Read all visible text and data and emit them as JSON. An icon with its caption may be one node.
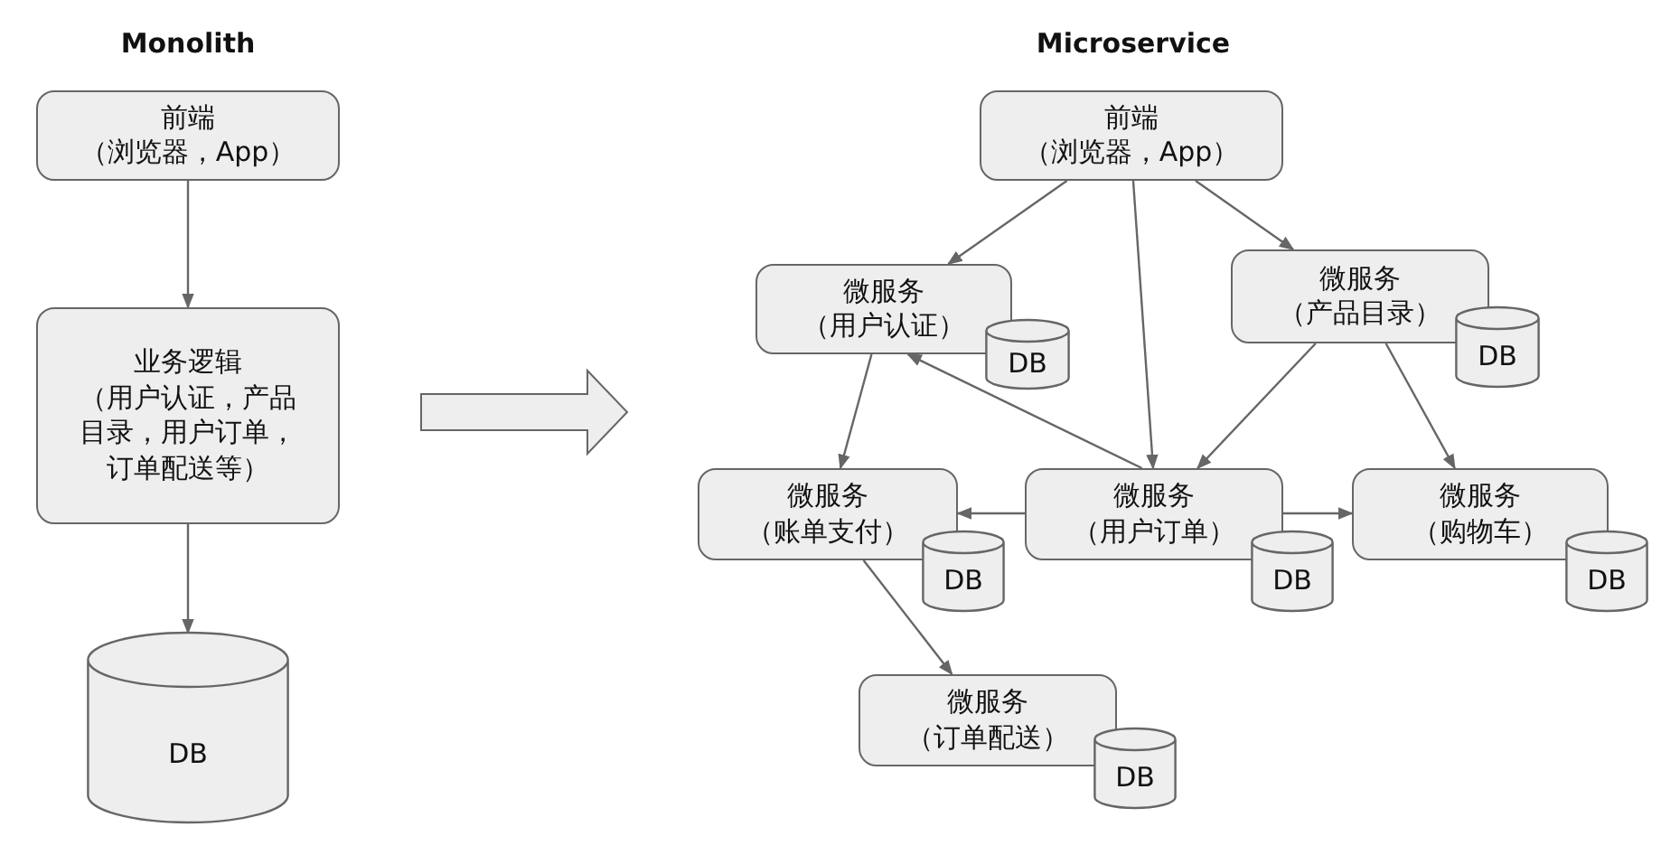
{
  "diagram": {
    "nodes": [
      {
        "text": [
          "前端",
          "（浏览器，App）"
        ]
      },
      {
        "text": [
          "业务逻辑",
          "（用户认证，产品目录，用户订单，订单配送等）"
        ]
      },
      {
        "text": [
          "DB"
        ]
      },
      {
        "text": [
          "前端",
          "（浏览器，App）"
        ]
      },
      {
        "text": [
          "微服务",
          "（用户认证）"
        ]
      },
      {
        "text": [
          "DB"
        ]
      },
      {
        "text": [
          "微服务",
          "（产品目录）"
        ]
      },
      {
        "text": [
          "DB"
        ]
      },
      {
        "text": [
          "微服务",
          "（账单支付）"
        ]
      },
      {
        "text": [
          "DB"
        ]
      },
      {
        "text": [
          "微服务",
          "（用户订单）"
        ]
      },
      {
        "text": [
          "DB"
        ]
      },
      {
        "text": [
          "微服务",
          "（购物车）"
        ]
      },
      {
        "text": [
          "DB"
        ]
      },
      {
        "text": [
          "微服务",
          "（订单配送）"
        ]
      },
      {
        "text": [
          "DB"
        ]
      }
    ],
    "edges": [
      {
        "from": 0,
        "to": 1,
        "arrow": "to"
      },
      {
        "from": 1,
        "to": 2,
        "arrow": "to"
      },
      {
        "from": 3,
        "to": 4,
        "arrow": "to"
      },
      {
        "from": 3,
        "to": 10,
        "arrow": "to"
      },
      {
        "from": 3,
        "to": 6,
        "arrow": "to"
      },
      {
        "from": 4,
        "to": 8,
        "arrow": "to"
      },
      {
        "from": 10,
        "to": 4,
        "arrow": "to"
      },
      {
        "from": 6,
        "to": 10,
        "arrow": "to"
      },
      {
        "from": 6,
        "to": 12,
        "arrow": "to"
      },
      {
        "from": 10,
        "to": 8,
        "arrow": "to"
      },
      {
        "from": 10,
        "to": 12,
        "arrow": "to"
      },
      {
        "from": 8,
        "to": 14,
        "arrow": "to"
      }
    ],
    "labels": [
      "Monolith",
      "Microservice"
    ]
  }
}
